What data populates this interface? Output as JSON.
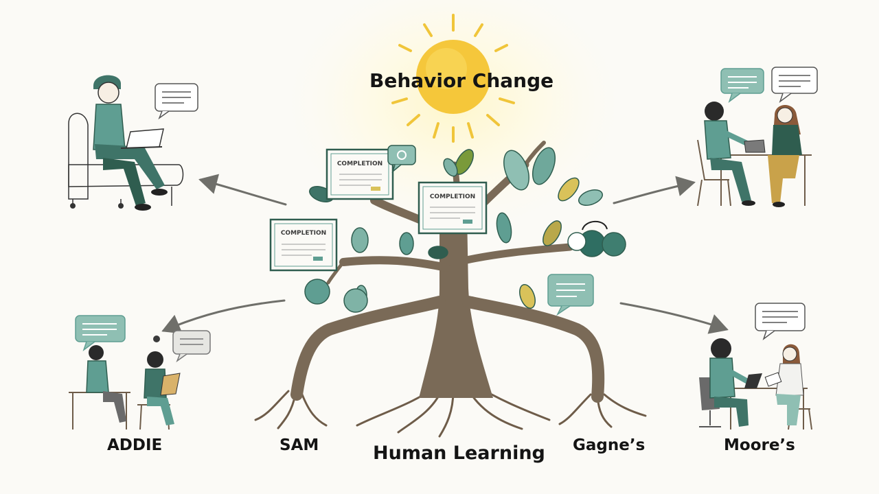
{
  "diagram": {
    "title": "Behavior Change",
    "root_label": "Human Learning",
    "models": [
      "ADDIE",
      "SAM",
      "Gagne’s",
      "Moore’s"
    ],
    "certificate_text": [
      "COMPLETION",
      "COMPLETION",
      "COMPLETION"
    ]
  },
  "colors": {
    "teal": "#5f9e92",
    "dark_green": "#2f5d4f",
    "trunk": "#7a6a57",
    "sun": "#f4c431",
    "leaf_yellow": "#d9c25a",
    "arrow": "#6f6f6a"
  }
}
